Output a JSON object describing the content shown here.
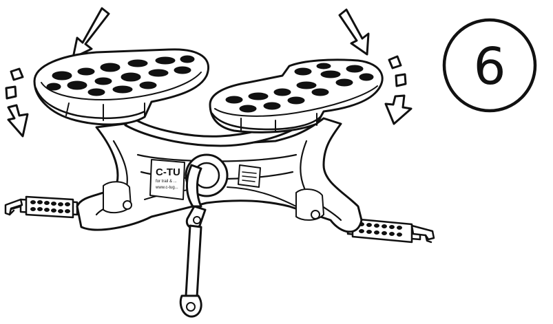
{
  "step": {
    "number": "6"
  },
  "product": {
    "brand_label": "C-TU",
    "fine_print_1": "for trail & ...",
    "fine_print_2": "www.c-tug..."
  },
  "icons": [
    "arrow-down-left-icon",
    "arrow-down-right-icon",
    "rotate-arrow-left-icon",
    "rotate-arrow-right-icon"
  ],
  "colors": {
    "line": "#111111",
    "background": "#ffffff"
  }
}
